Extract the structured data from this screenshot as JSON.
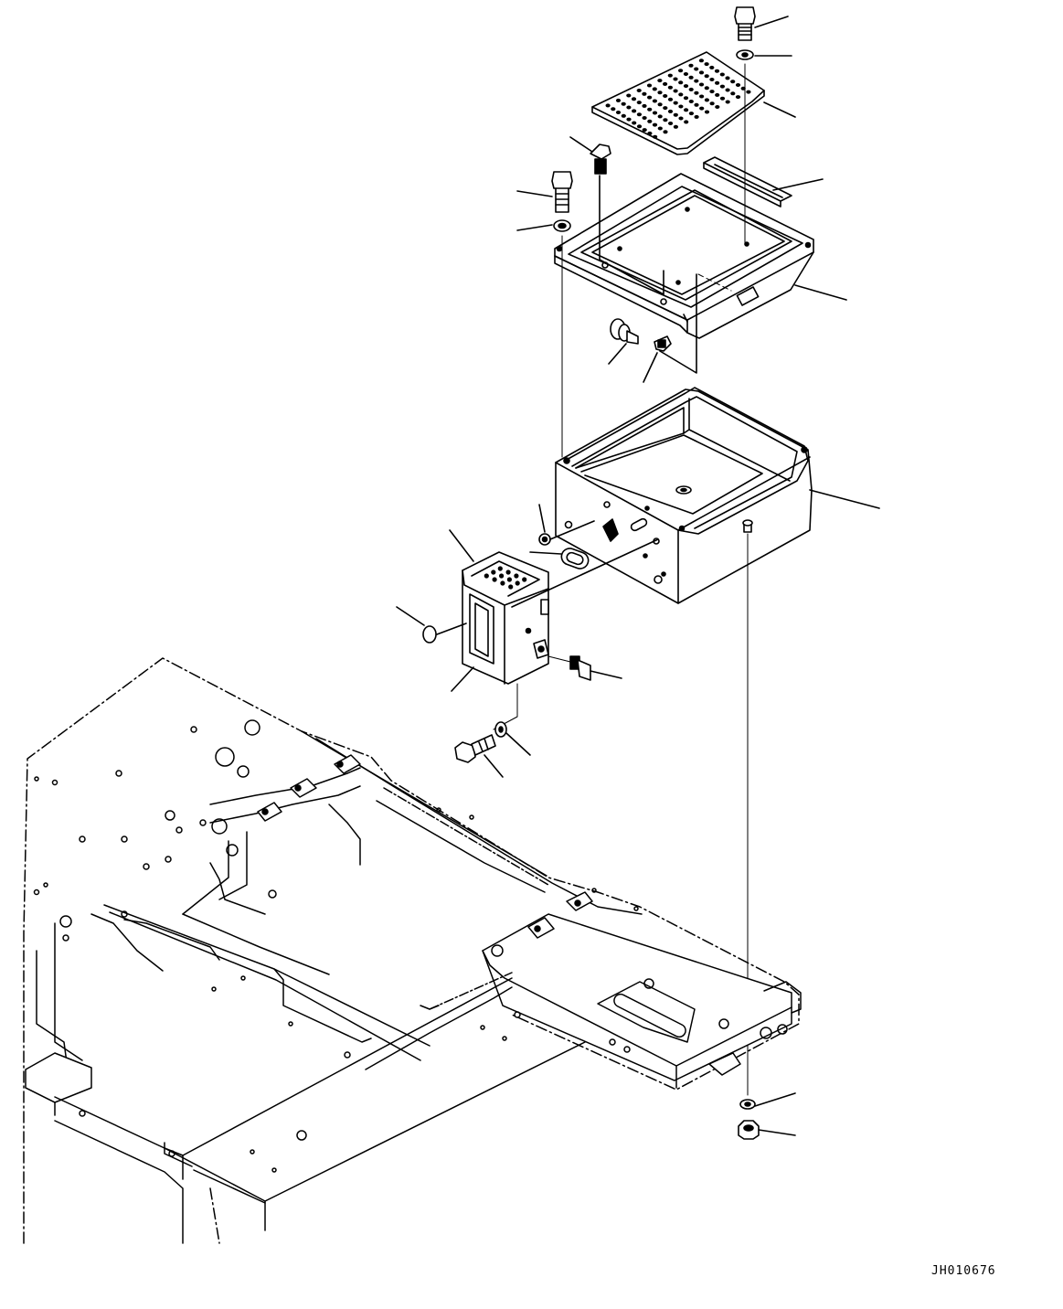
{
  "drawing": {
    "reference_code": "JH010676",
    "colors": {
      "ink": "#000000",
      "paper": "#ffffff"
    },
    "parts": [
      "bolt",
      "washer",
      "perforated-cover-plate",
      "knob",
      "strip",
      "lid",
      "lock",
      "lock-cam",
      "battery-box",
      "grommet",
      "nut",
      "relay-unit",
      "cap",
      "bracket",
      "bolt",
      "washer",
      "lever-knob",
      "washer",
      "nut",
      "revolving-frame"
    ]
  }
}
